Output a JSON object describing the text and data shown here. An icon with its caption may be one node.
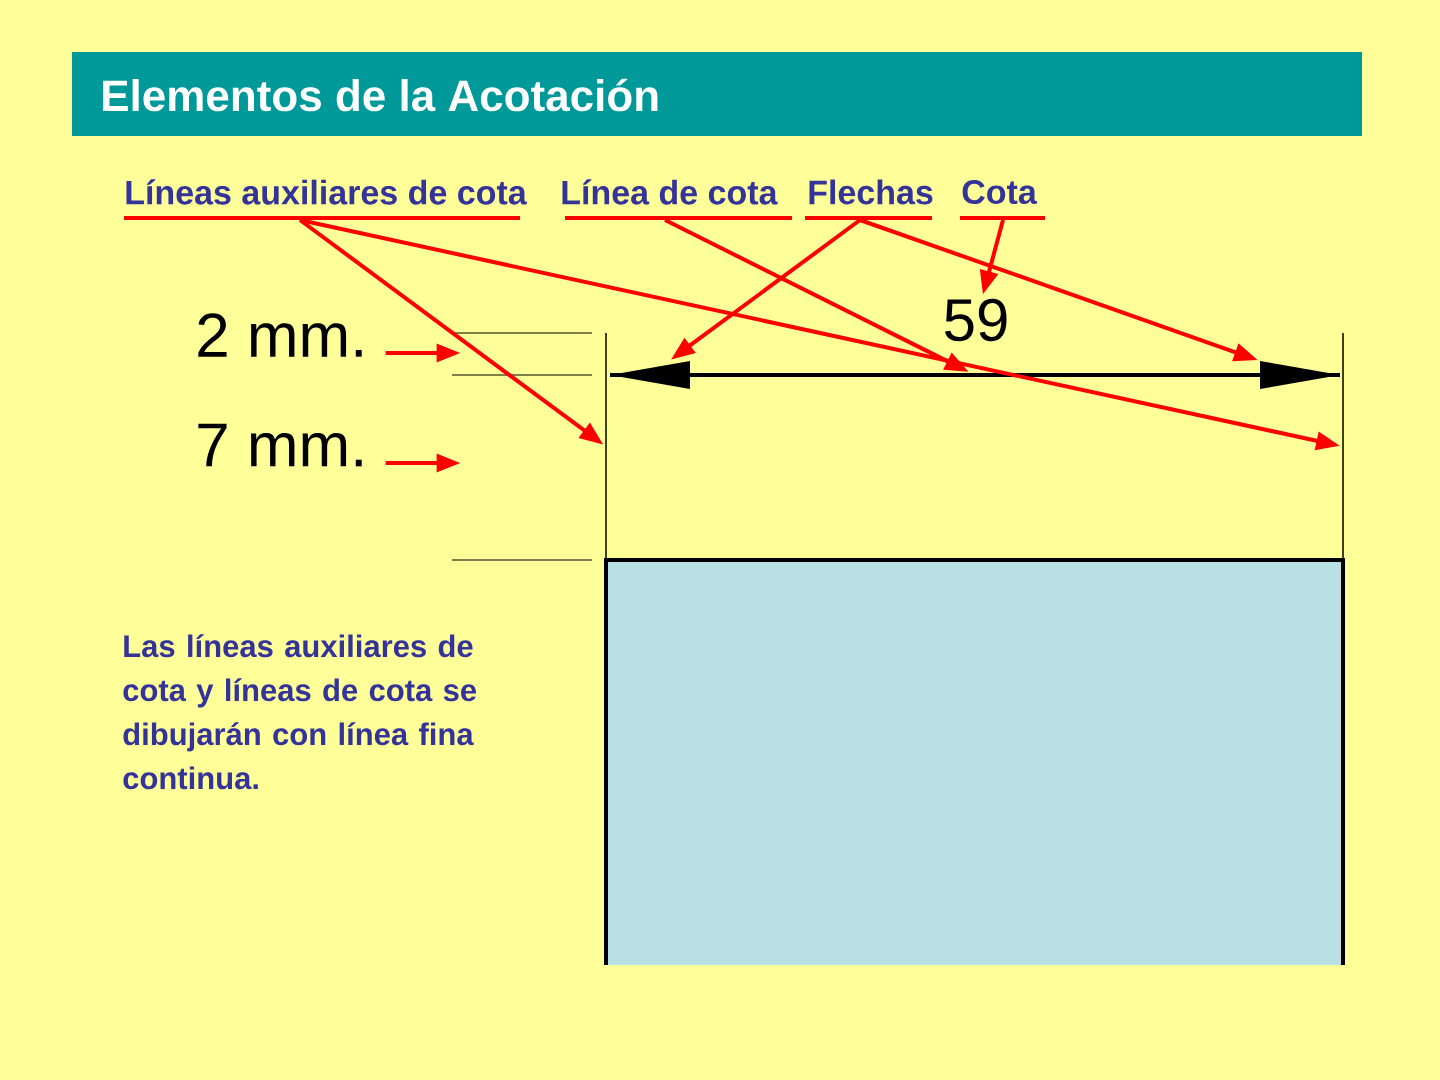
{
  "diagram": {
    "title": "Elementos de la Acotación",
    "nodes": [
      {
        "text": [
          "Líneas auxiliares de cota"
        ]
      },
      {
        "text": [
          "Línea de cota"
        ]
      },
      {
        "text": [
          "Flechas"
        ]
      },
      {
        "text": [
          "Cota"
        ]
      },
      {
        "text": [
          "59"
        ]
      },
      {
        "text": [
          "2 mm."
        ]
      },
      {
        "text": [
          "7 mm."
        ]
      },
      {
        "text": [],
        "shape": "line"
      },
      {
        "text": [],
        "shape": "line"
      },
      {
        "text": [],
        "shape": "line"
      },
      {
        "text": [],
        "shape": "triangle"
      },
      {
        "text": [],
        "shape": "triangle"
      }
    ],
    "edges": [
      {
        "from": 0,
        "to": 7,
        "arrow": "to"
      },
      {
        "from": 0,
        "to": 8,
        "arrow": "to"
      },
      {
        "from": 1,
        "to": 9,
        "arrow": "to"
      },
      {
        "from": 2,
        "to": 10,
        "arrow": "to"
      },
      {
        "from": 2,
        "to": 11,
        "arrow": "to"
      },
      {
        "from": 3,
        "to": 4,
        "arrow": "to"
      },
      {
        "from": 5,
        "to": null,
        "arrow": "to"
      },
      {
        "from": 6,
        "to": null,
        "arrow": "to"
      }
    ],
    "labels": [
      "Las líneas auxiliares de cota y líneas de cota se dibujarán con línea fina continua."
    ]
  }
}
